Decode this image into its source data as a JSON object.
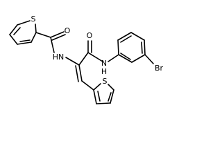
{
  "molecule": {
    "atom_labels": {
      "thiophene_top_S": "S",
      "amide_left_O": "O",
      "amide_left_NH": "HN",
      "amide_right_O": "O",
      "amide_right_NH": "N",
      "amide_right_H": "H",
      "bromo": "Br",
      "thiophene_bottom_S": "S"
    }
  }
}
